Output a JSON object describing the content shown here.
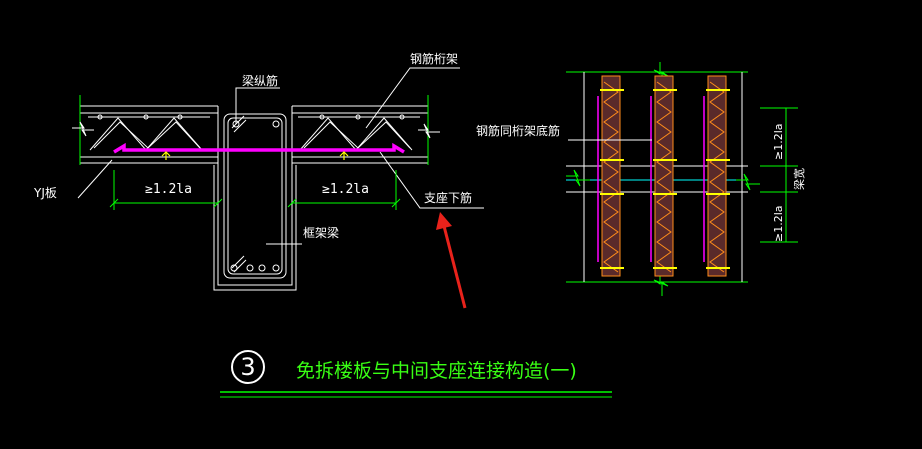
{
  "labels": {
    "beam_longitudinal": "梁纵筋",
    "steel_truss": "钢筋桁架",
    "yj_slab": "YJ板",
    "support_bottom_bar": "支座下筋",
    "frame_beam": "框架梁",
    "same_as_truss_bottom": "钢筋同桁架底筋",
    "beam_width": "梁宽"
  },
  "dimensions": {
    "left_anchor": "≥1.2la",
    "right_anchor": "≥1.2la",
    "plan_top_anchor": "≥1.2la",
    "plan_bottom_anchor": "≥1.2la"
  },
  "title": {
    "number": "3",
    "text": "免拆楼板与中间支座连接构造(一)"
  },
  "colors": {
    "background": "#000000",
    "line": "#ffffff",
    "rebar_magenta": "#ff00ff",
    "dimension_green": "#00ff00",
    "title_green": "#39ff14",
    "arrow_red": "#e8221b",
    "rebar_orange": "#ff8c1a",
    "bar_yellow": "#ffff00",
    "axis_cyan": "#00ffff"
  }
}
